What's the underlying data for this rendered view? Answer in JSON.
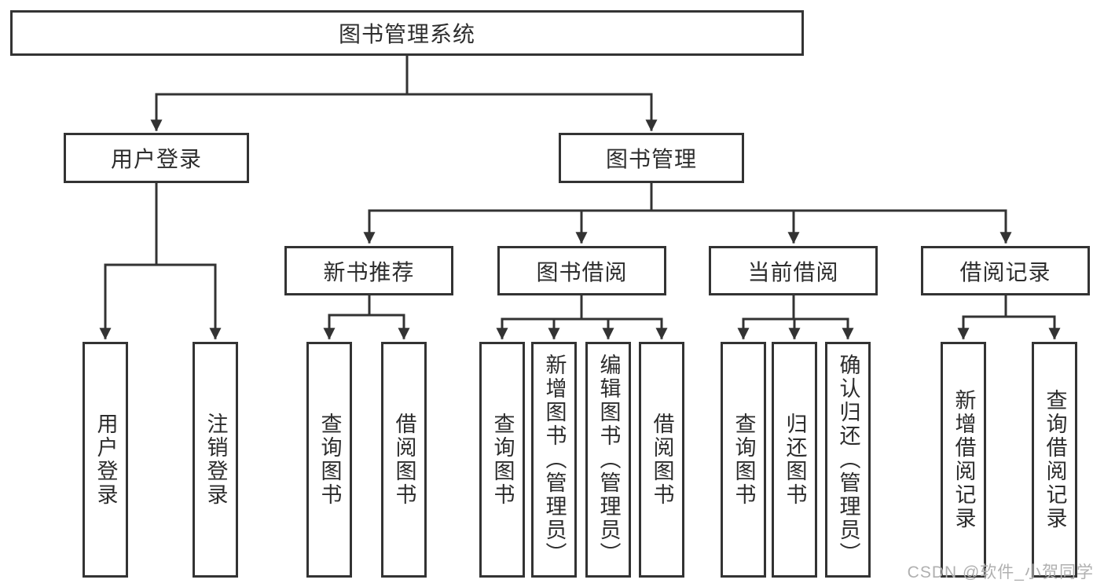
{
  "nodes": {
    "root": "图书管理系统",
    "user_login": "用户登录",
    "book_mgmt": "图书管理",
    "new_book_rec": "新书推荐",
    "book_borrow": "图书借阅",
    "current_borrow": "当前借阅",
    "borrow_record": "借阅记录",
    "ul_user_login": "用户登录",
    "ul_logout": "注销登录",
    "nb_query_book": "查询图书",
    "nb_borrow_book": "借阅图书",
    "bb_query_book": "查询图书",
    "bb_add_book": "新增图书（管理员）",
    "bb_edit_book": "编辑图书（管理员）",
    "bb_borrow_book": "借阅图书",
    "cb_query_book": "查询图书",
    "cb_return_book": "归还图书",
    "cb_confirm_return": "确认归还（管理员）",
    "br_add_record": "新增借阅记录",
    "br_query_record": "查询借阅记录"
  },
  "hierarchy": {
    "图书管理系统": {
      "用户登录": [
        "用户登录",
        "注销登录"
      ],
      "图书管理": {
        "新书推荐": [
          "查询图书",
          "借阅图书"
        ],
        "图书借阅": [
          "查询图书",
          "新增图书（管理员）",
          "编辑图书（管理员）",
          "借阅图书"
        ],
        "当前借阅": [
          "查询图书",
          "归还图书",
          "确认归还（管理员）"
        ],
        "借阅记录": [
          "新增借阅记录",
          "查询借阅记录"
        ]
      }
    }
  },
  "watermark": "CSDN @软件_小贺同学",
  "colors": {
    "line": "#333333",
    "box_border": "#333333",
    "text": "#2d2d2d",
    "background": "#ffffff",
    "watermark": "#b0b0b0"
  }
}
